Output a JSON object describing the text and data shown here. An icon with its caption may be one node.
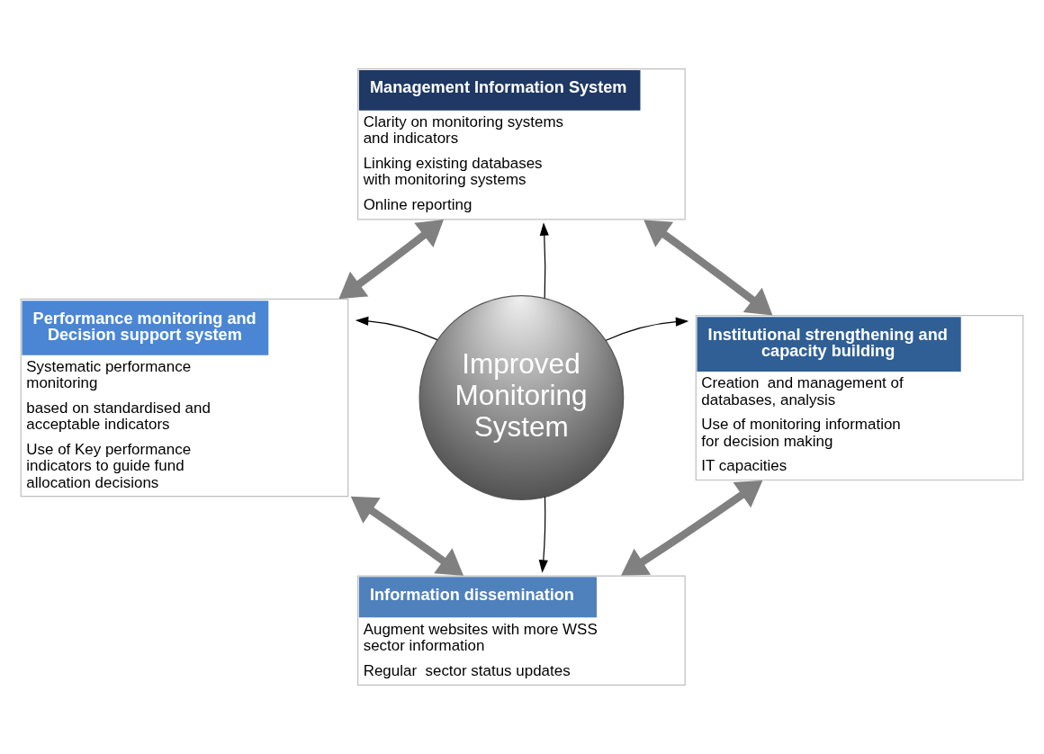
{
  "diagram": {
    "nodes": [
      {
        "text": [
          "Management Information System",
          "Clarity on monitoring systems and indicators",
          "Linking existing databases with monitoring systems",
          "Online reporting"
        ]
      },
      {
        "text": [
          "Performance monitoring and Decision support system",
          "Systematic performance monitoring",
          "based on standardised and acceptable indicators",
          "Use of Key performance indicators to guide fund allocation decisions"
        ]
      },
      {
        "text": [
          "Improved Monitoring System"
        ]
      },
      {
        "text": [
          "Institutional strengthening and capacity building",
          "Creation  and management of databases, analysis",
          "Use of monitoring information for decision making",
          "IT capacities"
        ]
      },
      {
        "text": [
          "Information dissemination",
          "Augment websites with more WSS sector information",
          "Regular  sector status updates"
        ]
      }
    ],
    "edges": [
      {
        "from": 2,
        "to": 0,
        "arrow": "to"
      },
      {
        "from": 2,
        "to": 1,
        "arrow": "to"
      },
      {
        "from": 2,
        "to": 3,
        "arrow": "to"
      },
      {
        "from": 2,
        "to": 4,
        "arrow": "to"
      },
      {
        "from": 1,
        "to": 0,
        "arrow": "both",
        "style": "thick",
        "color": "#808080"
      },
      {
        "from": 0,
        "to": 3,
        "arrow": "both",
        "style": "thick",
        "color": "#808080"
      },
      {
        "from": 3,
        "to": 4,
        "arrow": "both",
        "style": "thick",
        "color": "#808080"
      },
      {
        "from": 4,
        "to": 1,
        "arrow": "both",
        "style": "thick",
        "color": "#808080"
      }
    ]
  }
}
